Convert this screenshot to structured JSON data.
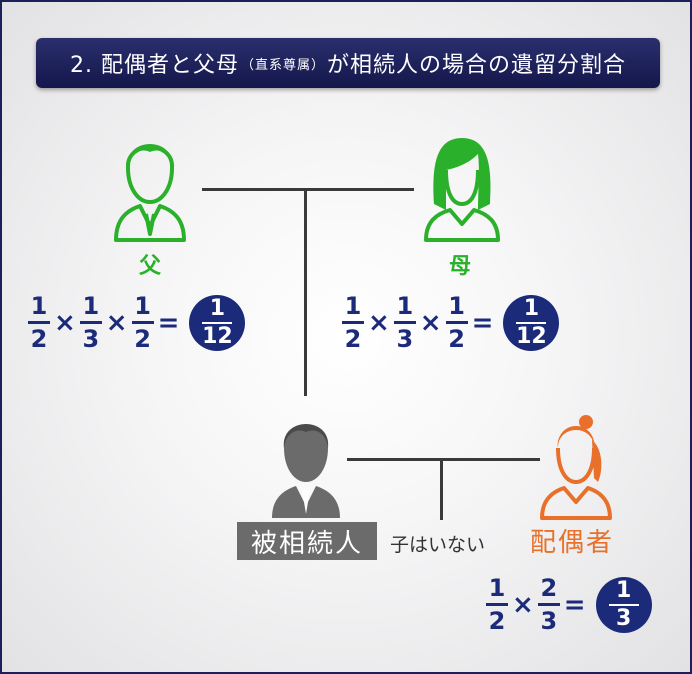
{
  "title": {
    "main_prefix": "2. 配偶者と父母",
    "paren": "（直系尊属）",
    "main_suffix": "が相続人の場合の遺留分割合"
  },
  "colors": {
    "father": "#2ab02a",
    "mother": "#2ab02a",
    "decedent": "#6b6b6b",
    "spouse": "#e8702a",
    "fraction": "#1c2a7a"
  },
  "father": {
    "label": "父",
    "icon": "male-person-icon",
    "formula": {
      "factors": [
        [
          "1",
          "2"
        ],
        [
          "1",
          "3"
        ],
        [
          "1",
          "2"
        ]
      ],
      "result": [
        "1",
        "12"
      ]
    }
  },
  "mother": {
    "label": "母",
    "icon": "female-person-icon",
    "formula": {
      "factors": [
        [
          "1",
          "2"
        ],
        [
          "1",
          "3"
        ],
        [
          "1",
          "2"
        ]
      ],
      "result": [
        "1",
        "12"
      ]
    }
  },
  "decedent": {
    "label": "被相続人",
    "icon": "male-person-icon"
  },
  "children_note": "子はいない",
  "spouse": {
    "label": "配偶者",
    "icon": "female-person-icon",
    "formula": {
      "factors": [
        [
          "1",
          "2"
        ],
        [
          "2",
          "3"
        ]
      ],
      "result": [
        "1",
        "3"
      ]
    }
  },
  "symbols": {
    "times": "×",
    "equals": "="
  }
}
